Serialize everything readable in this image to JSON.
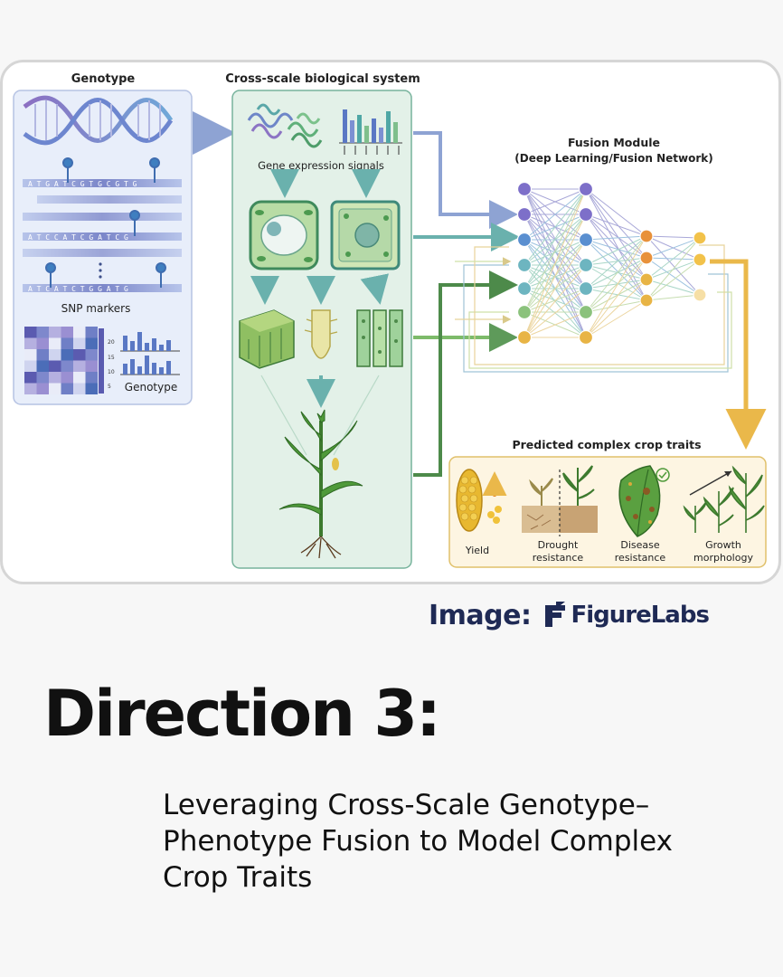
{
  "figure": {
    "genotype_title": "Genotype",
    "cross_scale_title": "Cross-scale biological system",
    "snp_label": "SNP markers",
    "dna_seq_1": "A T G  A T C  G T G C  G T G",
    "dna_seq_2": "A T C C A T C  G  A  T C G",
    "dna_seq_3": "A T C  A T C  T  G  G  A T G",
    "heatmap_ticks": [
      "20",
      "15",
      "10",
      "5"
    ],
    "genotype_sub_label": "Genotype",
    "gene_expression_label": "Gene expression signals",
    "fusion_title_1": "Fusion Module",
    "fusion_title_2": "(Deep Learning/Fusion Network)",
    "traits_title": "Predicted complex crop traits",
    "traits": {
      "yield": "Yield",
      "drought_1": "Drought",
      "drought_2": "resistance",
      "disease_1": "Disease",
      "disease_2": "resistance",
      "growth_1": "Growth",
      "growth_2": "morphology"
    }
  },
  "credit": {
    "label": "Image:",
    "brand": "FigureLabs"
  },
  "heading": "Direction 3:",
  "subtitle": {
    "line1": "Leveraging Cross-Scale Genotype–",
    "line2": "Phenotype Fusion to Model Complex",
    "line3": "Crop Traits"
  },
  "colors": {
    "genotype_panel": "#e8eefa",
    "cross_scale_panel": "#e3f1e8",
    "traits_panel": "#fdf5e2",
    "nn_layer_1": "#7d6fc9",
    "nn_layer_2": "#5a8fd0",
    "nn_layer_3": "#6db5c0",
    "nn_layer_4": "#8bc27c",
    "nn_layer_5": "#e8b445",
    "output_arrow": "#eab84a"
  }
}
